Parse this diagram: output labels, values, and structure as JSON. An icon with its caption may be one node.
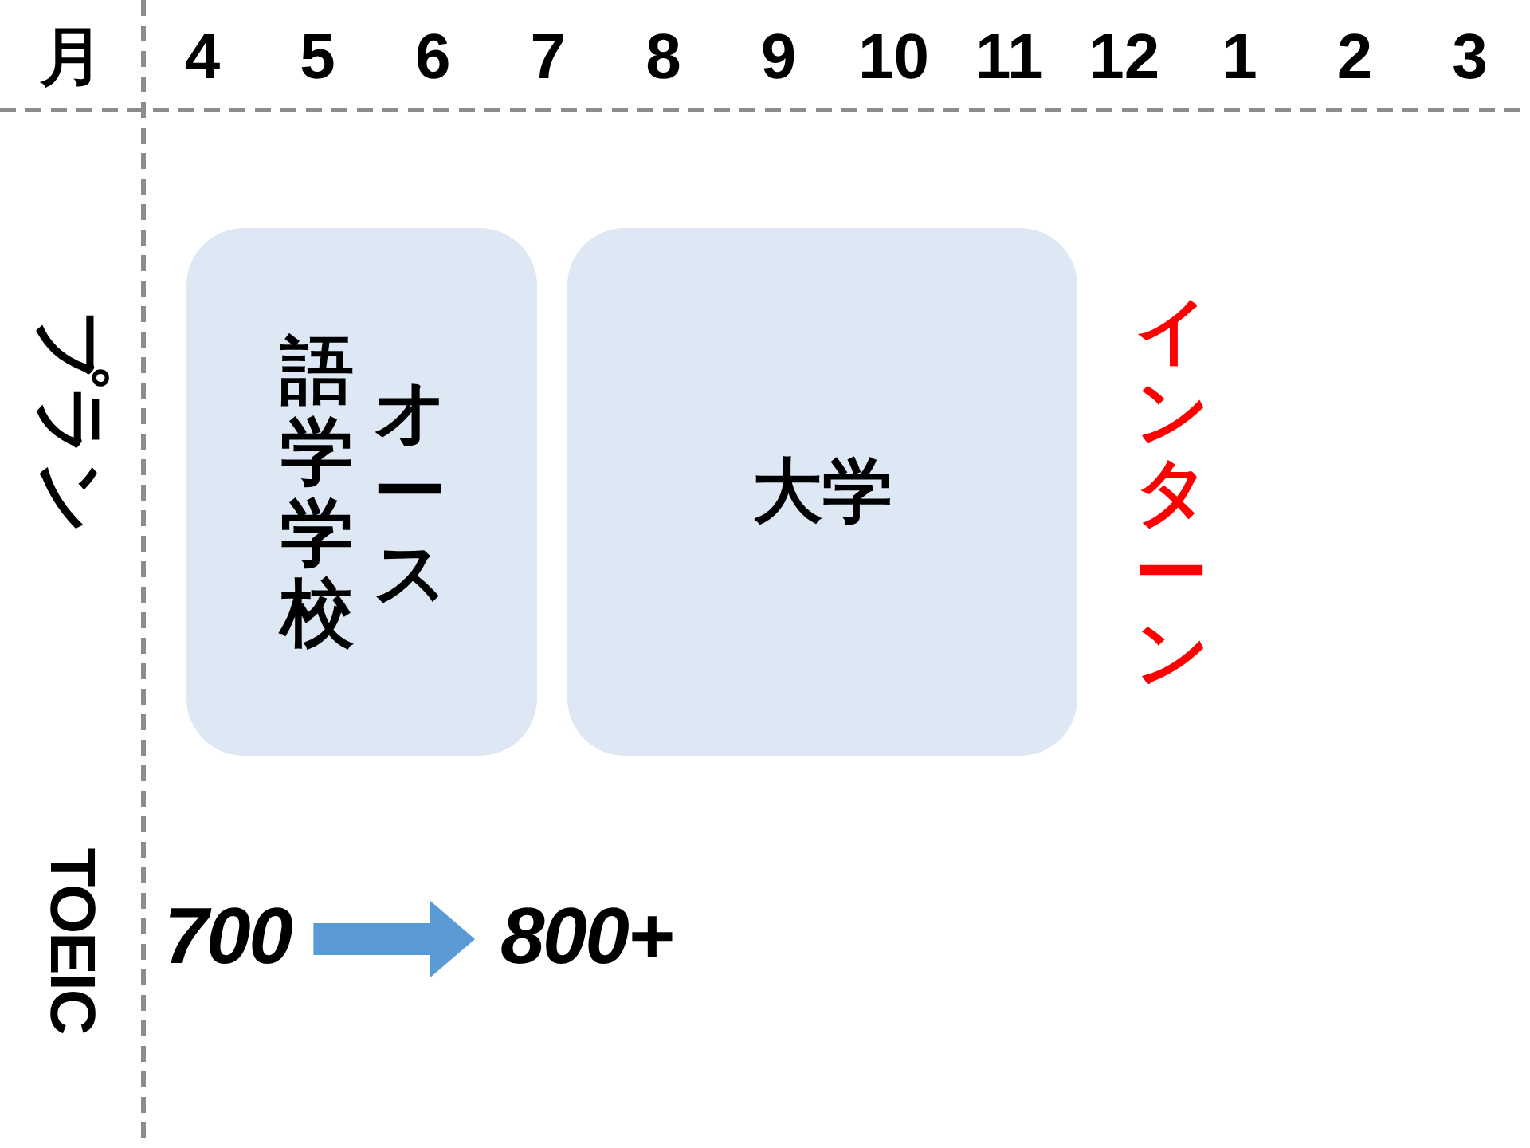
{
  "diagram": {
    "nodes": [
      {
        "text": [
          "語学学校",
          "オース"
        ]
      },
      {
        "text": [
          "大学"
        ]
      },
      {
        "text": [
          "インターン"
        ]
      },
      {
        "text": [
          "700"
        ]
      },
      {
        "text": [
          "800+"
        ]
      }
    ],
    "edges": [
      {
        "from": 3,
        "to": 4,
        "arrow": "to",
        "color": "#5b9bd5"
      }
    ],
    "labels": [
      "月",
      "4",
      "5",
      "6",
      "7",
      "8",
      "9",
      "10",
      "11",
      "12",
      "1",
      "2",
      "3",
      "プラン",
      "TOEIC"
    ]
  }
}
